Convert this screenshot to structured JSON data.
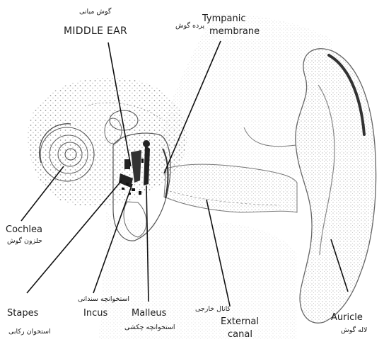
{
  "labels": {
    "middle_ear": {
      "en": "MIDDLE EAR",
      "fa": "گوش میانی"
    },
    "tympanic": {
      "en_line1": "Tympanic",
      "en_line2": "membrane",
      "fa": "پرده گوش"
    },
    "cochlea": {
      "en": "Cochlea",
      "fa": "حلزون گوش"
    },
    "stapes": {
      "en": "Stapes",
      "fa": "استخوان رکابی"
    },
    "incus": {
      "en": "Incus",
      "fa": "استخوانچه سندانی"
    },
    "malleus": {
      "en": "Malleus",
      "fa": "استخوانچه چکشی"
    },
    "external_canal": {
      "en_line1": "External",
      "en_line2": "canal",
      "fa": "کانال خارجی"
    },
    "auricle": {
      "en": "Auricle",
      "fa": "لاله گوش"
    }
  },
  "colors": {
    "line": "#111111",
    "stipple": "#8a8a8a",
    "ossicle": "#222222",
    "outline": "#555555"
  }
}
